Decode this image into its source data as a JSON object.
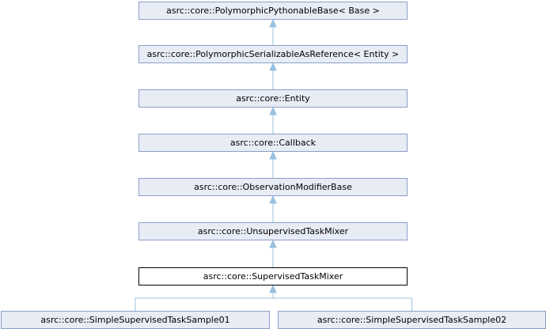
{
  "nodes": [
    {
      "id": "n1",
      "label": "asrc::core::PolymorphicPythonableBase< Base >",
      "focus": false
    },
    {
      "id": "n2",
      "label": "asrc::core::PolymorphicSerializableAsReference< Entity >",
      "focus": false
    },
    {
      "id": "n3",
      "label": "asrc::core::Entity",
      "focus": false
    },
    {
      "id": "n4",
      "label": "asrc::core::Callback",
      "focus": false
    },
    {
      "id": "n5",
      "label": "asrc::core::ObservationModifierBase",
      "focus": false
    },
    {
      "id": "n6",
      "label": "asrc::core::UnsupervisedTaskMixer",
      "focus": false
    },
    {
      "id": "n7",
      "label": "asrc::core::SupervisedTaskMixer",
      "focus": true
    },
    {
      "id": "n8",
      "label": "asrc::core::SimpleSupervisedTaskSample01",
      "focus": false
    },
    {
      "id": "n9",
      "label": "asrc::core::SimpleSupervisedTaskSample02",
      "focus": false
    }
  ],
  "edges": [
    {
      "from": "n2",
      "to": "n1"
    },
    {
      "from": "n3",
      "to": "n2"
    },
    {
      "from": "n4",
      "to": "n3"
    },
    {
      "from": "n5",
      "to": "n4"
    },
    {
      "from": "n6",
      "to": "n5"
    },
    {
      "from": "n7",
      "to": "n6"
    },
    {
      "from": "n8",
      "to": "n7"
    },
    {
      "from": "n9",
      "to": "n7"
    }
  ],
  "colors": {
    "node_fill": "#e8ecf5",
    "node_border": "#8d9ec8",
    "focus_fill": "#ffffff",
    "focus_border": "#000000",
    "edge": "#9ac0df"
  }
}
